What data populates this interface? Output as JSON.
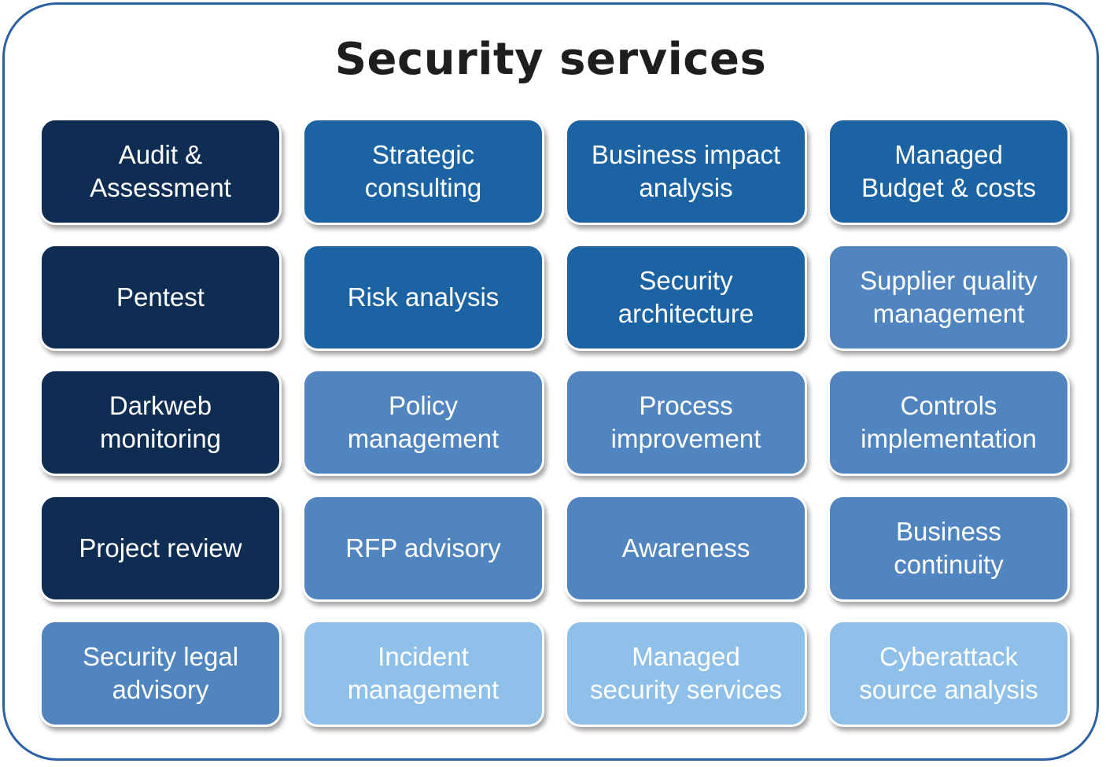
{
  "title": "Security services",
  "colors": {
    "shade_1": "#0f2d52",
    "shade_2": "#1c63a4",
    "shade_3": "#5185bf",
    "shade_4": "#8fc0ea",
    "frame_border": "#2b62a6"
  },
  "tiles": [
    [
      "Audit &",
      "Assessment"
    ],
    [
      "Strategic",
      "consulting"
    ],
    [
      "Business impact",
      "analysis"
    ],
    [
      "Managed",
      "Budget & costs"
    ],
    [
      "Pentest"
    ],
    [
      "Risk analysis"
    ],
    [
      "Security",
      "architecture"
    ],
    [
      "Supplier quality",
      "management"
    ],
    [
      "Darkweb",
      "monitoring"
    ],
    [
      "Policy",
      "management"
    ],
    [
      "Process",
      "improvement"
    ],
    [
      "Controls",
      "implementation"
    ],
    [
      "Project review"
    ],
    [
      "RFP advisory"
    ],
    [
      "Awareness"
    ],
    [
      "Business",
      "continuity"
    ],
    [
      "Security legal",
      "advisory"
    ],
    [
      "Incident",
      "management"
    ],
    [
      "Managed",
      "security services"
    ],
    [
      "Cyberattack",
      "source analysis"
    ]
  ],
  "tile_shades": [
    "shade_1",
    "shade_2",
    "shade_2",
    "shade_2",
    "shade_1",
    "shade_2",
    "shade_2",
    "shade_3",
    "shade_1",
    "shade_3",
    "shade_3",
    "shade_3",
    "shade_1",
    "shade_3",
    "shade_3",
    "shade_3",
    "shade_3",
    "shade_4",
    "shade_4",
    "shade_4"
  ]
}
